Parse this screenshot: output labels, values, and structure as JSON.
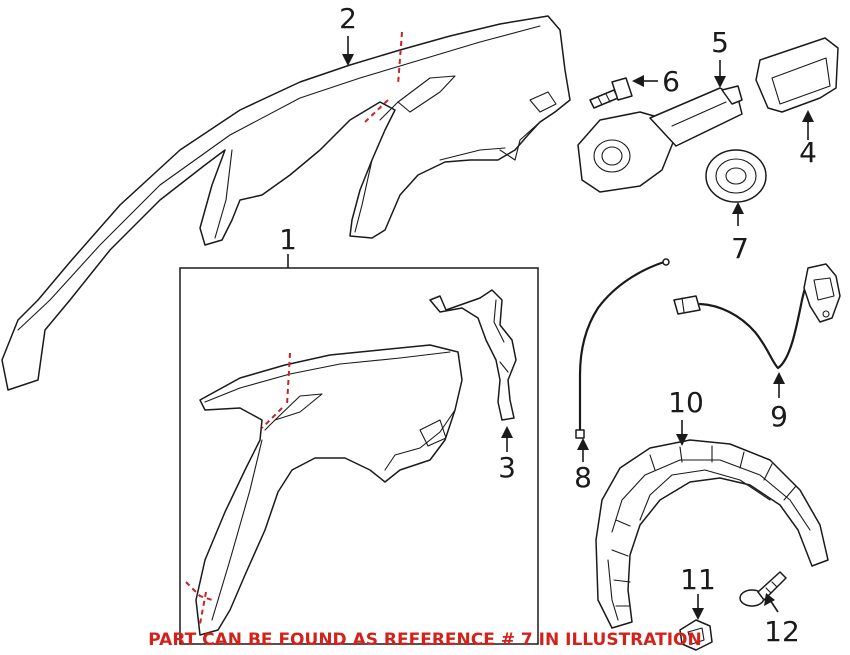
{
  "diagram": {
    "callouts": [
      "1",
      "2",
      "3",
      "4",
      "5",
      "6",
      "7",
      "8",
      "9",
      "10",
      "11",
      "12"
    ],
    "note": "PART CAN BE FOUND AS REFERENCE # 7 IN ILLUSTRATION"
  },
  "colors": {
    "line": "#1a1a1a",
    "cut_line": "#cc2222",
    "note": "#d4221a",
    "background": "#ffffff"
  }
}
